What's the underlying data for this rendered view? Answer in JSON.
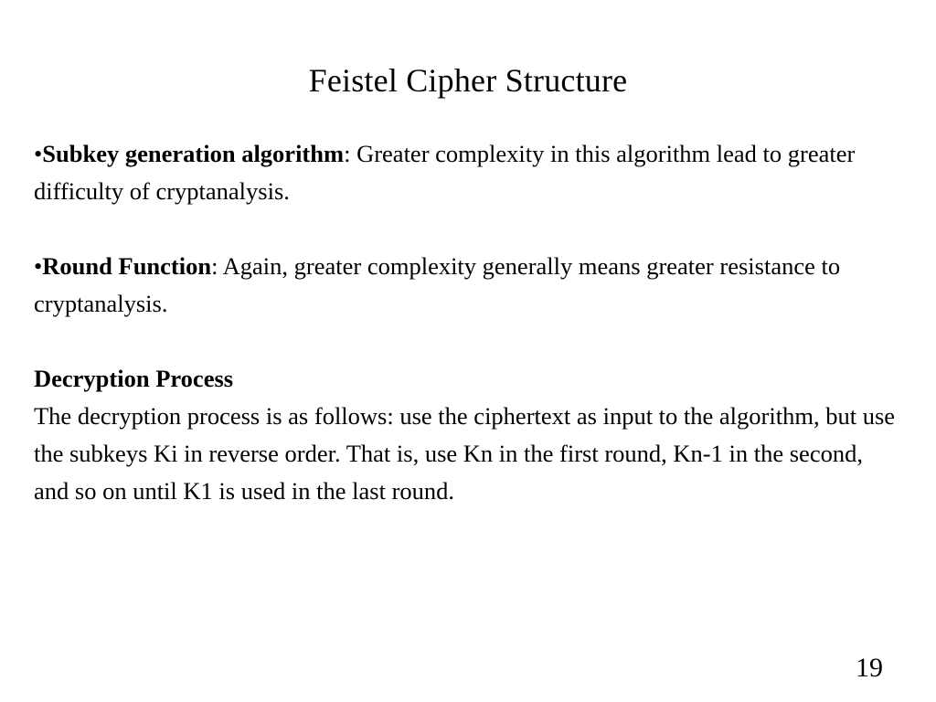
{
  "slide": {
    "title": "Feistel Cipher Structure",
    "page_number": "19",
    "background_color": "#ffffff",
    "text_color": "#000000",
    "bullet_glyph": "•",
    "blocks": [
      {
        "type": "bullet",
        "bullet": "•",
        "lead": "Subkey generation algorithm",
        "separator": ": ",
        "rest": "Greater complexity in this algorithm lead to greater difficulty of cryptanalysis."
      },
      {
        "type": "bullet",
        "bullet": "•",
        "lead": "Round Function",
        "separator": ": ",
        "rest": "Again, greater complexity generally means greater resistance to cryptanalysis."
      },
      {
        "type": "heading",
        "heading": "Decryption Process",
        "body": "The decryption process is as follows: use the ciphertext as input to the algorithm, but use the subkeys Ki in reverse order. That is, use Kn in the first round, Kn-1 in the second, and so on until K1 is used in the last round."
      }
    ]
  }
}
